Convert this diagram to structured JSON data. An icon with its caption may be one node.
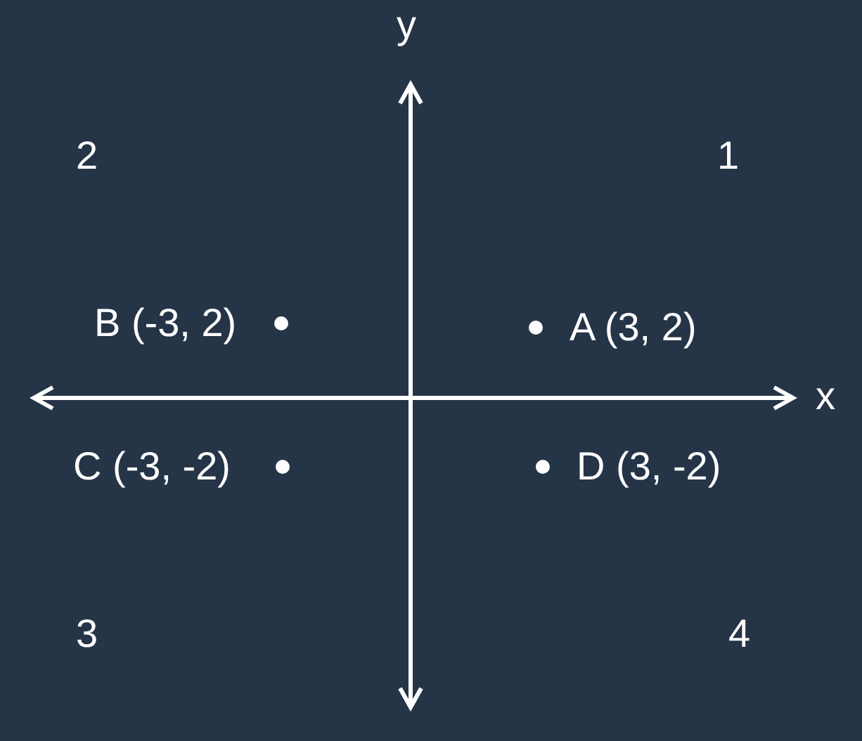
{
  "diagram": {
    "labels": [
      "y",
      "2",
      "1",
      "B (-3, 2)",
      "A (3, 2)",
      "x",
      "C (-3, -2)",
      "D (3, -2)",
      "3",
      "4"
    ]
  }
}
